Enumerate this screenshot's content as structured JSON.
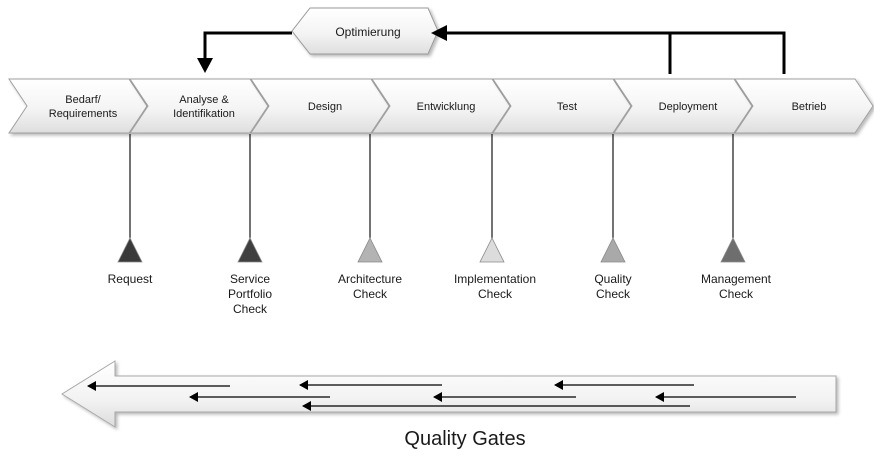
{
  "optimize": {
    "label": "Optimierung"
  },
  "stages": [
    {
      "lines": [
        "Bedarf/",
        "Requirements"
      ]
    },
    {
      "lines": [
        "Analyse &",
        "Identifikation"
      ]
    },
    {
      "lines": [
        "Design"
      ]
    },
    {
      "lines": [
        "Entwicklung"
      ]
    },
    {
      "lines": [
        "Test"
      ]
    },
    {
      "lines": [
        "Deployment"
      ]
    },
    {
      "lines": [
        "Betrieb"
      ]
    }
  ],
  "gates": [
    {
      "lines": [
        "Request"
      ],
      "color": "#3a3a3a"
    },
    {
      "lines": [
        "Service",
        "Portfolio",
        "Check"
      ],
      "color": "#3f3f3f"
    },
    {
      "lines": [
        "Architecture",
        "Check"
      ],
      "color": "#b3b3b3"
    },
    {
      "lines": [
        "Implementation",
        "Check"
      ],
      "color": "#dcdcdc"
    },
    {
      "lines": [
        "Quality",
        "Check"
      ],
      "color": "#a9a9a9"
    },
    {
      "lines": [
        "Management",
        "Check"
      ],
      "color": "#6e6e6e"
    }
  ],
  "caption": "Quality Gates"
}
